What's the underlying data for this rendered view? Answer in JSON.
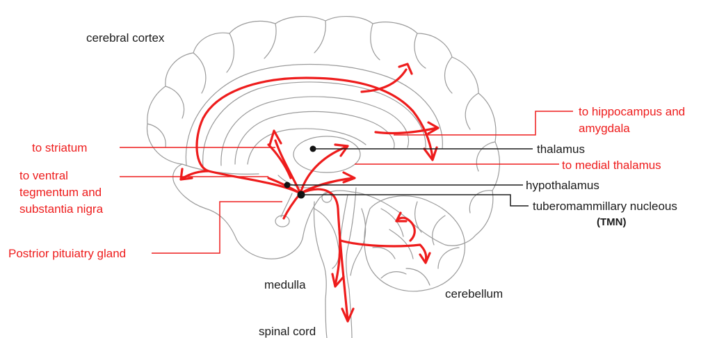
{
  "labels": {
    "cerebral_cortex": "cerebral cortex",
    "thalamus": "thalamus",
    "hypothalamus": "hypothalamus",
    "tmn_line1": "tuberomammillary nucleous",
    "tmn_line2": "(TMN)",
    "medulla": "medulla",
    "cerebellum": "cerebellum",
    "spinal_cord": "spinal cord"
  },
  "projections": {
    "hippocampus_line1": "to hippocampus and",
    "hippocampus_line2": "amygdala",
    "striatum": "to striatum",
    "medial_thalamus": "to medial thalamus",
    "ventral_line1": "to ventral",
    "ventral_line2": "tegmentum and",
    "ventral_line3": "substantia nigra",
    "pituitary": "Postrior pituiatry gland"
  },
  "colors": {
    "pathway": "#ee1c1c",
    "anatomy_outline": "#9a9a9a",
    "structure_label": "#1a1a1a"
  }
}
